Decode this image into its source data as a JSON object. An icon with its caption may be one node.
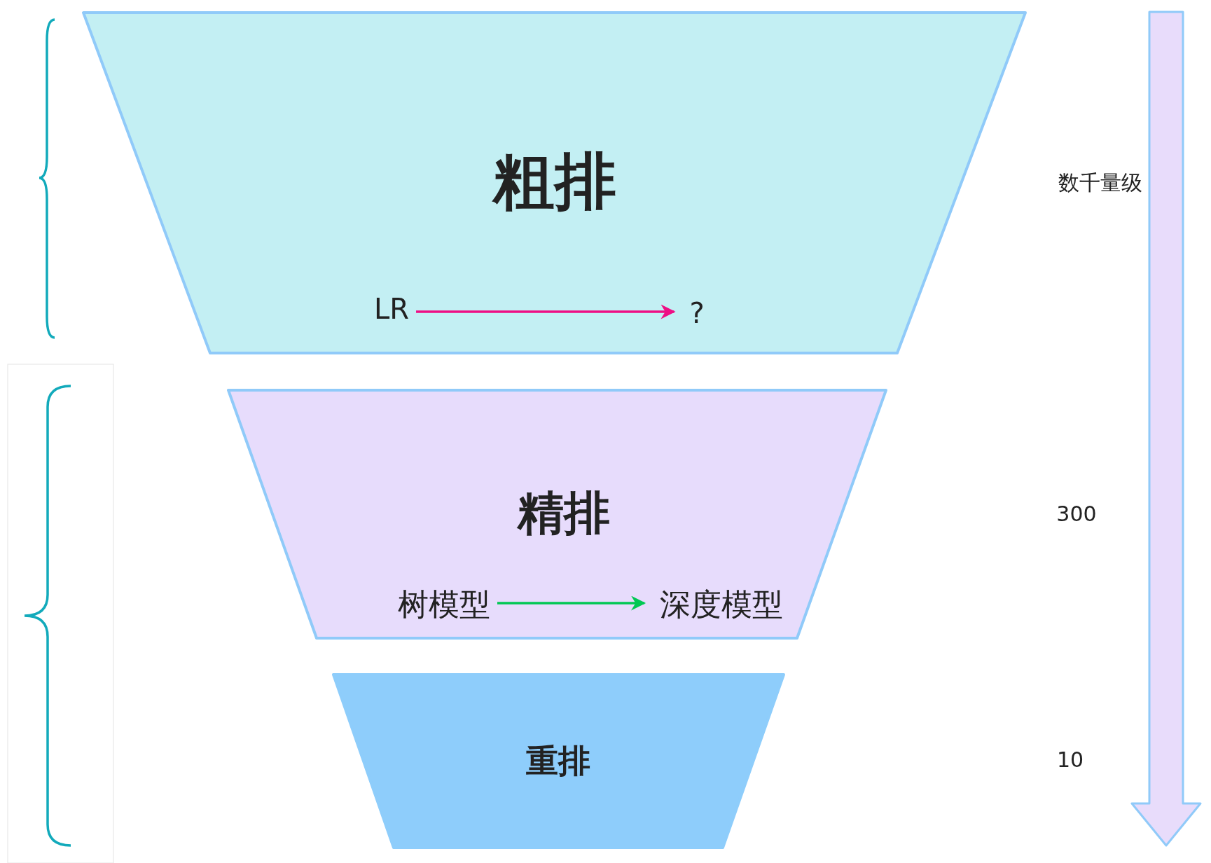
{
  "diagram": {
    "nodes": [
      {
        "text": [
          "粗排"
        ]
      },
      {
        "text": [
          "LR"
        ],
        "in": 0
      },
      {
        "text": [
          "?"
        ],
        "in": 0
      },
      {
        "text": [
          "精排"
        ]
      },
      {
        "text": [
          "树模型"
        ],
        "in": 3
      },
      {
        "text": [
          "深度模型"
        ],
        "in": 3
      },
      {
        "text": [
          "重排"
        ]
      }
    ],
    "edges": [
      {
        "from": 1,
        "to": 2,
        "arrow": "to",
        "color": "#ee0f84"
      },
      {
        "from": 4,
        "to": 5,
        "arrow": "to",
        "color": "#00c853"
      }
    ],
    "labels": [
      "数千量级",
      "300",
      "10"
    ]
  }
}
